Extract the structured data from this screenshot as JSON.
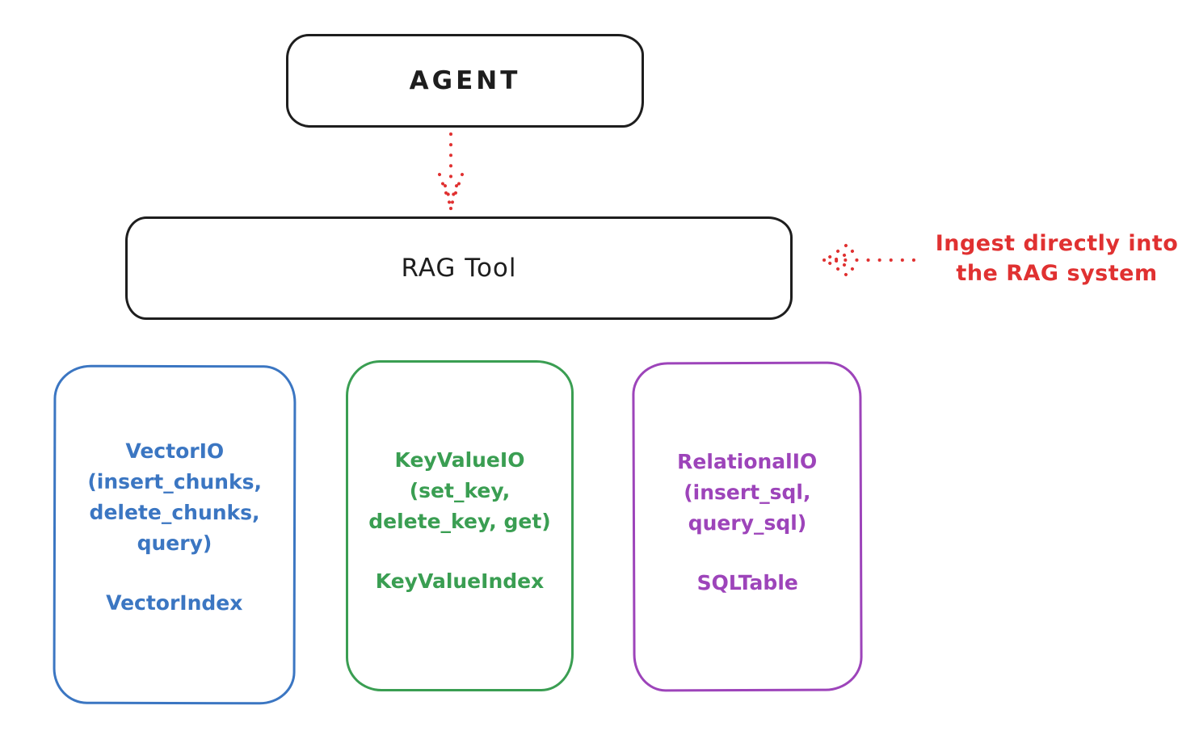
{
  "diagram": {
    "agent": {
      "label": "AGENT"
    },
    "rag_tool": {
      "label": "RAG Tool"
    },
    "annotation": {
      "text": "Ingest directly into\nthe RAG system"
    },
    "providers": [
      {
        "name": "vector-io",
        "body": "VectorIO\n(insert_chunks,\ndelete_chunks,\nquery)",
        "index": "VectorIndex",
        "color": "#3b76c2"
      },
      {
        "name": "key-value-io",
        "body": "KeyValueIO\n(set_key,\ndelete_key, get)",
        "index": "KeyValueIndex",
        "color": "#3a9e52"
      },
      {
        "name": "relational-io",
        "body": "RelationalIO\n(insert_sql,\nquery_sql)",
        "index": "SQLTable",
        "color": "#9d44ba"
      }
    ],
    "colors": {
      "stroke": "#1e1e1e",
      "accent_red": "#e03131",
      "background": "#ffffff"
    }
  }
}
